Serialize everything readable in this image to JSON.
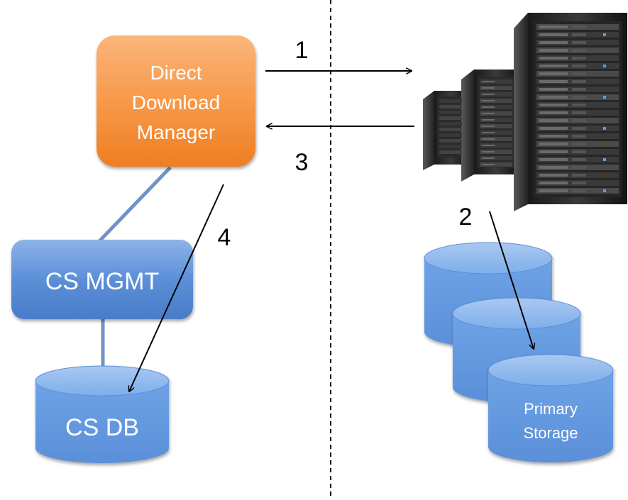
{
  "manager": {
    "line1": "Direct",
    "line2": "Download",
    "line3": "Manager"
  },
  "mgmt": {
    "label": "CS MGMT"
  },
  "db": {
    "label": "CS DB"
  },
  "storage": {
    "line1": "Primary",
    "line2": "Storage"
  },
  "steps": {
    "s1": "1",
    "s2": "2",
    "s3": "3",
    "s4": "4"
  },
  "colors": {
    "manager_orange": "#f79646",
    "mgmt_blue": "#4f81bd",
    "db_blue": "#6fa3e6",
    "connector_blue": "#6f93c6",
    "arrow": "#000000"
  },
  "icons": {
    "servers": "server-rack-icon"
  }
}
